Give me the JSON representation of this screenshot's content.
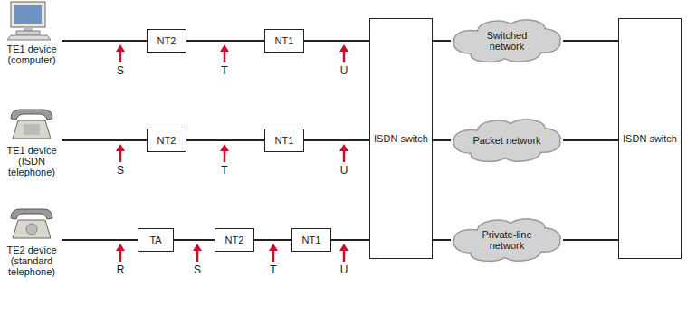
{
  "diagram": {
    "nodes": [
      {
        "text": [
          "TE1 device (computer)"
        ]
      },
      {
        "text": [
          "NT2"
        ]
      },
      {
        "text": [
          "NT1"
        ]
      },
      {
        "text": [
          "ISDN switch"
        ]
      },
      {
        "text": [
          "Switched network"
        ]
      },
      {
        "text": [
          "ISDN switch"
        ]
      },
      {
        "text": [
          "TE1 device (ISDN telephone)"
        ]
      },
      {
        "text": [
          "NT2"
        ]
      },
      {
        "text": [
          "NT1"
        ]
      },
      {
        "text": [
          "Packet network"
        ]
      },
      {
        "text": [
          "TE2 device (standard telephone)"
        ]
      },
      {
        "text": [
          "TA"
        ]
      },
      {
        "text": [
          "NT2"
        ]
      },
      {
        "text": [
          "NT1"
        ]
      },
      {
        "text": [
          "Private-line network"
        ]
      }
    ],
    "edges": [
      {
        "from": 0,
        "to": 1,
        "arrow": "none"
      },
      {
        "from": 1,
        "to": 2,
        "arrow": "none"
      },
      {
        "from": 2,
        "to": 3,
        "arrow": "none"
      },
      {
        "from": 3,
        "to": 4,
        "arrow": "none"
      },
      {
        "from": 4,
        "to": 5,
        "arrow": "none"
      },
      {
        "from": 6,
        "to": 7,
        "arrow": "none"
      },
      {
        "from": 7,
        "to": 8,
        "arrow": "none"
      },
      {
        "from": 8,
        "to": 3,
        "arrow": "none"
      },
      {
        "from": 3,
        "to": 9,
        "arrow": "none"
      },
      {
        "from": 9,
        "to": 5,
        "arrow": "none"
      },
      {
        "from": 10,
        "to": 11,
        "arrow": "none"
      },
      {
        "from": 11,
        "to": 12,
        "arrow": "none"
      },
      {
        "from": 12,
        "to": 13,
        "arrow": "none"
      },
      {
        "from": 13,
        "to": 3,
        "arrow": "none"
      },
      {
        "from": 3,
        "to": 14,
        "arrow": "none"
      },
      {
        "from": 14,
        "to": 5,
        "arrow": "none"
      }
    ],
    "labels": [
      "S",
      "T",
      "U",
      "S",
      "T",
      "U",
      "R",
      "S",
      "T",
      "U"
    ]
  }
}
